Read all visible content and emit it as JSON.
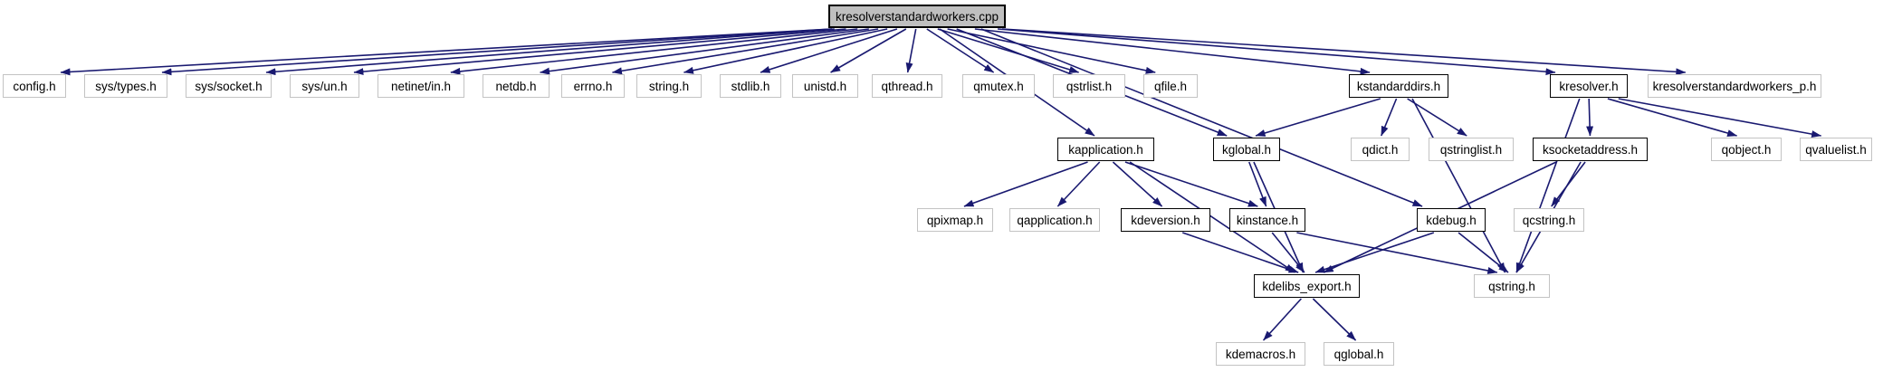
{
  "diagram": {
    "type": "include-dependency-graph",
    "title": "kresolverstandardworkers.cpp include graph",
    "colors": {
      "edge": "#191970",
      "linked_node_border": "#000000",
      "external_node_border": "#c3c3c3",
      "root_node_fill": "#bfbfbf",
      "node_fill": "#ffffff",
      "text": "#000000",
      "background": "#ffffff"
    },
    "root_label": "kresolverstandardworkers.cpp",
    "nodes": [
      {
        "id": "kresolverstandardworkers.cpp",
        "label": "kresolverstandardworkers.cpp",
        "linked": false,
        "root": true
      },
      {
        "id": "config.h",
        "label": "config.h",
        "linked": false,
        "root": false
      },
      {
        "id": "sys/types.h",
        "label": "sys/types.h",
        "linked": false,
        "root": false
      },
      {
        "id": "sys/socket.h",
        "label": "sys/socket.h",
        "linked": false,
        "root": false
      },
      {
        "id": "sys/un.h",
        "label": "sys/un.h",
        "linked": false,
        "root": false
      },
      {
        "id": "netinet/in.h",
        "label": "netinet/in.h",
        "linked": false,
        "root": false
      },
      {
        "id": "netdb.h",
        "label": "netdb.h",
        "linked": false,
        "root": false
      },
      {
        "id": "errno.h",
        "label": "errno.h",
        "linked": false,
        "root": false
      },
      {
        "id": "string.h",
        "label": "string.h",
        "linked": false,
        "root": false
      },
      {
        "id": "stdlib.h",
        "label": "stdlib.h",
        "linked": false,
        "root": false
      },
      {
        "id": "unistd.h",
        "label": "unistd.h",
        "linked": false,
        "root": false
      },
      {
        "id": "qthread.h",
        "label": "qthread.h",
        "linked": false,
        "root": false
      },
      {
        "id": "qmutex.h",
        "label": "qmutex.h",
        "linked": false,
        "root": false
      },
      {
        "id": "qstrlist.h",
        "label": "qstrlist.h",
        "linked": false,
        "root": false
      },
      {
        "id": "qfile.h",
        "label": "qfile.h",
        "linked": false,
        "root": false
      },
      {
        "id": "kstandarddirs.h",
        "label": "kstandarddirs.h",
        "linked": true,
        "root": false
      },
      {
        "id": "kresolver.h",
        "label": "kresolver.h",
        "linked": true,
        "root": false
      },
      {
        "id": "kresolverstandardworkers_p.h",
        "label": "kresolverstandardworkers_p.h",
        "linked": false,
        "root": false
      },
      {
        "id": "kapplication.h",
        "label": "kapplication.h",
        "linked": true,
        "root": false
      },
      {
        "id": "kglobal.h",
        "label": "kglobal.h",
        "linked": true,
        "root": false
      },
      {
        "id": "qdict.h",
        "label": "qdict.h",
        "linked": false,
        "root": false
      },
      {
        "id": "qstringlist.h",
        "label": "qstringlist.h",
        "linked": false,
        "root": false
      },
      {
        "id": "ksocketaddress.h",
        "label": "ksocketaddress.h",
        "linked": true,
        "root": false
      },
      {
        "id": "qobject.h",
        "label": "qobject.h",
        "linked": false,
        "root": false
      },
      {
        "id": "qvaluelist.h",
        "label": "qvaluelist.h",
        "linked": false,
        "root": false
      },
      {
        "id": "qpixmap.h",
        "label": "qpixmap.h",
        "linked": false,
        "root": false
      },
      {
        "id": "qapplication.h",
        "label": "qapplication.h",
        "linked": false,
        "root": false
      },
      {
        "id": "kdeversion.h",
        "label": "kdeversion.h",
        "linked": true,
        "root": false
      },
      {
        "id": "kinstance.h",
        "label": "kinstance.h",
        "linked": true,
        "root": false
      },
      {
        "id": "kdebug.h",
        "label": "kdebug.h",
        "linked": true,
        "root": false
      },
      {
        "id": "qcstring.h",
        "label": "qcstring.h",
        "linked": false,
        "root": false
      },
      {
        "id": "kdelibs_export.h",
        "label": "kdelibs_export.h",
        "linked": true,
        "root": false
      },
      {
        "id": "qstring.h",
        "label": "qstring.h",
        "linked": false,
        "root": false
      },
      {
        "id": "kdemacros.h",
        "label": "kdemacros.h",
        "linked": false,
        "root": false
      },
      {
        "id": "qglobal.h",
        "label": "qglobal.h",
        "linked": false,
        "root": false
      }
    ],
    "edges": [
      {
        "from": "kresolverstandardworkers.cpp",
        "to": "config.h"
      },
      {
        "from": "kresolverstandardworkers.cpp",
        "to": "sys/types.h"
      },
      {
        "from": "kresolverstandardworkers.cpp",
        "to": "sys/socket.h"
      },
      {
        "from": "kresolverstandardworkers.cpp",
        "to": "sys/un.h"
      },
      {
        "from": "kresolverstandardworkers.cpp",
        "to": "netinet/in.h"
      },
      {
        "from": "kresolverstandardworkers.cpp",
        "to": "netdb.h"
      },
      {
        "from": "kresolverstandardworkers.cpp",
        "to": "errno.h"
      },
      {
        "from": "kresolverstandardworkers.cpp",
        "to": "string.h"
      },
      {
        "from": "kresolverstandardworkers.cpp",
        "to": "stdlib.h"
      },
      {
        "from": "kresolverstandardworkers.cpp",
        "to": "unistd.h"
      },
      {
        "from": "kresolverstandardworkers.cpp",
        "to": "qthread.h"
      },
      {
        "from": "kresolverstandardworkers.cpp",
        "to": "qmutex.h"
      },
      {
        "from": "kresolverstandardworkers.cpp",
        "to": "qstrlist.h"
      },
      {
        "from": "kresolverstandardworkers.cpp",
        "to": "qfile.h"
      },
      {
        "from": "kresolverstandardworkers.cpp",
        "to": "kstandarddirs.h"
      },
      {
        "from": "kresolverstandardworkers.cpp",
        "to": "kresolver.h"
      },
      {
        "from": "kresolverstandardworkers.cpp",
        "to": "kresolverstandardworkers_p.h"
      },
      {
        "from": "kresolverstandardworkers.cpp",
        "to": "kapplication.h"
      },
      {
        "from": "kresolverstandardworkers.cpp",
        "to": "kglobal.h"
      },
      {
        "from": "kresolverstandardworkers.cpp",
        "to": "kdebug.h"
      },
      {
        "from": "kstandarddirs.h",
        "to": "kglobal.h"
      },
      {
        "from": "kstandarddirs.h",
        "to": "qdict.h"
      },
      {
        "from": "kstandarddirs.h",
        "to": "qstringlist.h"
      },
      {
        "from": "kstandarddirs.h",
        "to": "qstring.h"
      },
      {
        "from": "kresolver.h",
        "to": "ksocketaddress.h"
      },
      {
        "from": "kresolver.h",
        "to": "qobject.h"
      },
      {
        "from": "kresolver.h",
        "to": "qvaluelist.h"
      },
      {
        "from": "kresolver.h",
        "to": "qstring.h"
      },
      {
        "from": "kapplication.h",
        "to": "qpixmap.h"
      },
      {
        "from": "kapplication.h",
        "to": "qapplication.h"
      },
      {
        "from": "kapplication.h",
        "to": "kdeversion.h"
      },
      {
        "from": "kapplication.h",
        "to": "kinstance.h"
      },
      {
        "from": "kapplication.h",
        "to": "kdelibs_export.h"
      },
      {
        "from": "kglobal.h",
        "to": "kinstance.h"
      },
      {
        "from": "kglobal.h",
        "to": "kdelibs_export.h"
      },
      {
        "from": "kdeversion.h",
        "to": "kdelibs_export.h"
      },
      {
        "from": "kinstance.h",
        "to": "kdelibs_export.h"
      },
      {
        "from": "kinstance.h",
        "to": "qstring.h"
      },
      {
        "from": "kdebug.h",
        "to": "kdelibs_export.h"
      },
      {
        "from": "kdebug.h",
        "to": "qstring.h"
      },
      {
        "from": "ksocketaddress.h",
        "to": "qcstring.h"
      },
      {
        "from": "ksocketaddress.h",
        "to": "qstring.h"
      },
      {
        "from": "ksocketaddress.h",
        "to": "kdelibs_export.h"
      },
      {
        "from": "kdelibs_export.h",
        "to": "kdemacros.h"
      },
      {
        "from": "kdelibs_export.h",
        "to": "qglobal.h"
      }
    ]
  }
}
